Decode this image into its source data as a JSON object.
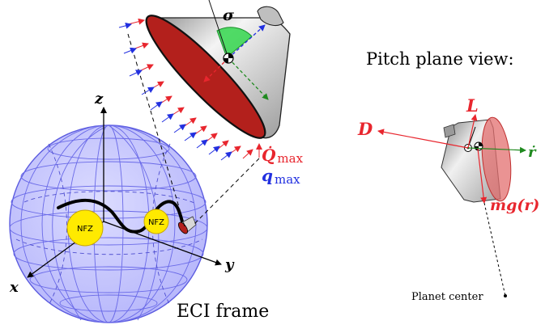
{
  "labels": {
    "pitch_title": "Pitch plane view:",
    "eci_frame": "ECI frame",
    "planet_center": "Planet center",
    "nfz_1": "NFZ",
    "nfz_2": "NFZ",
    "sigma": "σ",
    "axis_x": "x",
    "axis_y": "y",
    "axis_z": "z",
    "qdot_sym": "Q̇",
    "qdot_sub": "max",
    "q_sym": "q",
    "q_sub": "max",
    "drag": "D",
    "lift": "L",
    "rdot": "ṙ",
    "gravity": "mg(r)"
  },
  "colors": {
    "sphere_fill": "#c9c9ff",
    "sphere_grid": "#6a6ae8",
    "heat_shield": "#b3201c",
    "nfz_fill": "#ffea00",
    "red_arrow": "#e8262e",
    "blue_arrow": "#2230e0",
    "green_arrow": "#1f8a1f",
    "sigma_wedge": "#33d64c"
  }
}
